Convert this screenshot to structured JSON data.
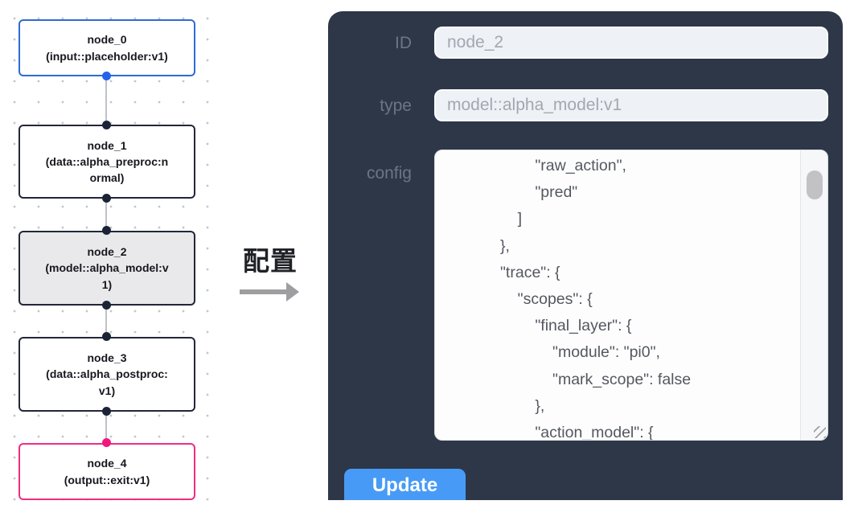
{
  "flow": {
    "nodes": [
      {
        "title": "node_0",
        "sub": "(input::placeholder:v1)",
        "variant": "input"
      },
      {
        "title": "node_1",
        "sub": "(data::alpha_preproc:normal)",
        "variant": "default"
      },
      {
        "title": "node_2",
        "sub": "(model::alpha_model:v1)",
        "variant": "selected"
      },
      {
        "title": "node_3",
        "sub": "(data::alpha_postproc:v1)",
        "variant": "default"
      },
      {
        "title": "node_4",
        "sub": "(output::exit:v1)",
        "variant": "output"
      }
    ],
    "colors": {
      "input_node_border": "#2e6bd6",
      "default_node_border": "#23263a",
      "output_node_border": "#ee2d83",
      "selected_node_fill": "#e9e9eb",
      "port_dark": "#1b2337",
      "port_blue": "#2563eb",
      "port_pink": "#f0187e"
    }
  },
  "transfer": {
    "label": "配置"
  },
  "panel": {
    "bg_color": "#2d3748",
    "fields": [
      {
        "label": "ID",
        "value": "node_2"
      },
      {
        "label": "type",
        "value": "model::alpha_model:v1"
      }
    ],
    "config_label": "config",
    "config_text": "                    \"raw_action\",\n                    \"pred\"\n                ]\n            },\n            \"trace\": {\n                \"scopes\": {\n                    \"final_layer\": {\n                        \"module\": \"pi0\",\n                        \"mark_scope\": false\n                    },\n                    \"action_model\": {",
    "update_label": "Update",
    "button_color": "#479bf6"
  }
}
